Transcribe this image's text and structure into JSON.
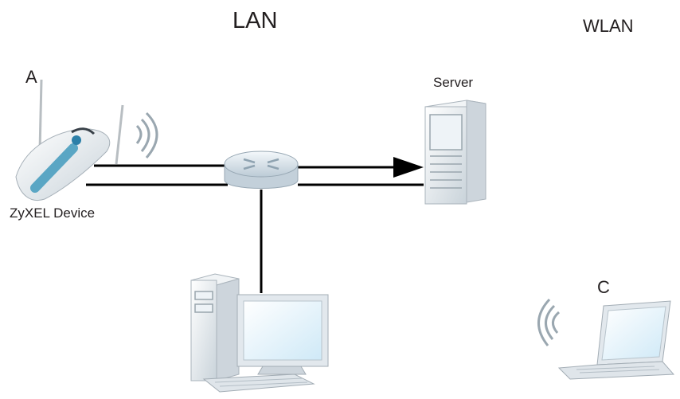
{
  "labels": {
    "lan": "LAN",
    "wlan": "WLAN",
    "a": "A",
    "device": "ZyXEL Device",
    "server": "Server",
    "c": "C"
  },
  "colors": {
    "line": "#000000",
    "device_blue": "#5aa6c4",
    "monitor_screen": "#e8f6ff",
    "equipment_gray": "#e4e8ec",
    "wireless_waves": "#9aa7b0"
  },
  "icons": {
    "access_point": "wireless-access-point-icon",
    "switch": "router-switch-icon",
    "server": "server-tower-icon",
    "desktop": "desktop-computer-icon",
    "laptop": "laptop-icon"
  }
}
